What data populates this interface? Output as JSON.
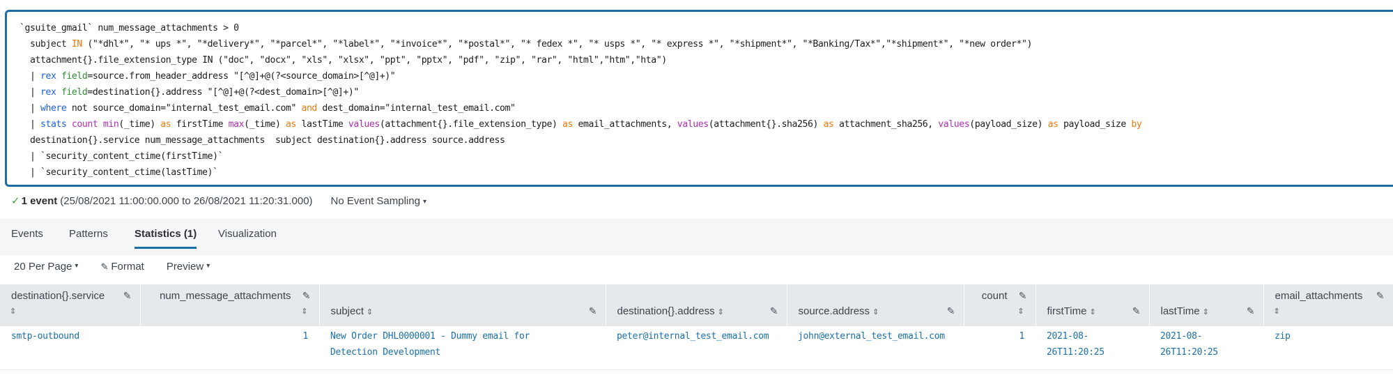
{
  "search": {
    "query_lines": [
      [
        {
          "t": "`gsuite_gmail` num_message_attachments > 0"
        }
      ],
      [
        {
          "t": "  subject "
        },
        {
          "t": "IN",
          "c": "kw"
        },
        {
          "t": " (\"*dhl*\", \"* ups *\", \"*delivery*\", \"*parcel*\", \"*label*\", \"*invoice*\", \"*postal*\", \"* fedex *\", \"* usps *\", \"* express *\", \"*shipment*\", \"*Banking/Tax*\",\"*shipment*\", \"*new order*\")"
        }
      ],
      [
        {
          "t": "  attachment{}.file_extension_type IN (\"doc\", \"docx\", \"xls\", \"xlsx\", \"ppt\", \"pptx\", \"pdf\", \"zip\", \"rar\", \"html\",\"htm\",\"hta\")"
        }
      ],
      [
        {
          "t": "  | "
        },
        {
          "t": "rex",
          "c": "cmd"
        },
        {
          "t": " "
        },
        {
          "t": "field",
          "c": "arg"
        },
        {
          "t": "=source.from_header_address \"[^@]+@(?<source_domain>[^@]+)\""
        }
      ],
      [
        {
          "t": "  | "
        },
        {
          "t": "rex",
          "c": "cmd"
        },
        {
          "t": " "
        },
        {
          "t": "field",
          "c": "arg"
        },
        {
          "t": "=destination{}.address \"[^@]+@(?<dest_domain>[^@]+)\""
        }
      ],
      [
        {
          "t": "  | "
        },
        {
          "t": "where",
          "c": "cmd"
        },
        {
          "t": " not source_domain=\"internal_test_email.com\" "
        },
        {
          "t": "and",
          "c": "kw"
        },
        {
          "t": " dest_domain=\"internal_test_email.com\""
        }
      ],
      [
        {
          "t": "  | "
        },
        {
          "t": "stats",
          "c": "cmd"
        },
        {
          "t": " "
        },
        {
          "t": "count",
          "c": "fn"
        },
        {
          "t": " "
        },
        {
          "t": "min",
          "c": "fn"
        },
        {
          "t": "(_time) "
        },
        {
          "t": "as",
          "c": "kw"
        },
        {
          "t": " firstTime "
        },
        {
          "t": "max",
          "c": "fn"
        },
        {
          "t": "(_time) "
        },
        {
          "t": "as",
          "c": "kw"
        },
        {
          "t": " lastTime "
        },
        {
          "t": "values",
          "c": "fn"
        },
        {
          "t": "(attachment{}.file_extension_type) "
        },
        {
          "t": "as",
          "c": "kw"
        },
        {
          "t": " email_attachments, "
        },
        {
          "t": "values",
          "c": "fn"
        },
        {
          "t": "(attachment{}.sha256) "
        },
        {
          "t": "as",
          "c": "kw"
        },
        {
          "t": " attachment_sha256, "
        },
        {
          "t": "values",
          "c": "fn"
        },
        {
          "t": "(payload_size) "
        },
        {
          "t": "as",
          "c": "kw"
        },
        {
          "t": " payload_size "
        },
        {
          "t": "by",
          "c": "kw"
        }
      ],
      [
        {
          "t": "  destination{}.service num_message_attachments  subject destination{}.address source.address"
        }
      ],
      [
        {
          "t": "  | `security_content_ctime(firstTime)`"
        }
      ],
      [
        {
          "t": "  | `security_content_ctime(lastTime)`"
        }
      ]
    ]
  },
  "job": {
    "check": "✓",
    "event_count": "1 event",
    "range": "(25/08/2021 11:00:00.000 to 26/08/2021 11:20:31.000)",
    "sampling": "No Event Sampling",
    "caret": "▾"
  },
  "tabs": [
    {
      "label": "Events"
    },
    {
      "label": "Patterns"
    },
    {
      "label": "Statistics (1)",
      "active": true
    },
    {
      "label": "Visualization"
    }
  ],
  "toolbar": {
    "per_page": "20 Per Page",
    "format": "Format",
    "preview": "Preview",
    "caret": "▾",
    "pencil": "✎"
  },
  "table": {
    "columns": {
      "service": "destination{}.service",
      "attachments": "num_message_attachments",
      "subject": "subject",
      "dest_address": "destination{}.address",
      "source_address": "source.address",
      "count": "count",
      "first_time": "firstTime",
      "last_time": "lastTime",
      "email_attachments": "email_attachments"
    },
    "sort_glyph": "⇕",
    "edit_glyph": "✎",
    "rows": [
      {
        "service": "smtp-outbound",
        "attachments": "1",
        "subject_line1": "New Order DHL0000001 - Dummy email for",
        "subject_line2": "Detection Development",
        "dest_address": "peter@internal_test_email.com",
        "source_address": "john@external_test_email.com",
        "count": "1",
        "first_time_line1": "2021-08-",
        "first_time_line2": "26T11:20:25",
        "last_time_line1": "2021-08-",
        "last_time_line2": "26T11:20:25",
        "email_attachments": "zip"
      }
    ]
  },
  "colors": {
    "accent": "#1a6fa8",
    "keyword": "#ea7a10",
    "command": "#1b5fd6",
    "function": "#b12fb1",
    "success": "#3aa53a"
  }
}
